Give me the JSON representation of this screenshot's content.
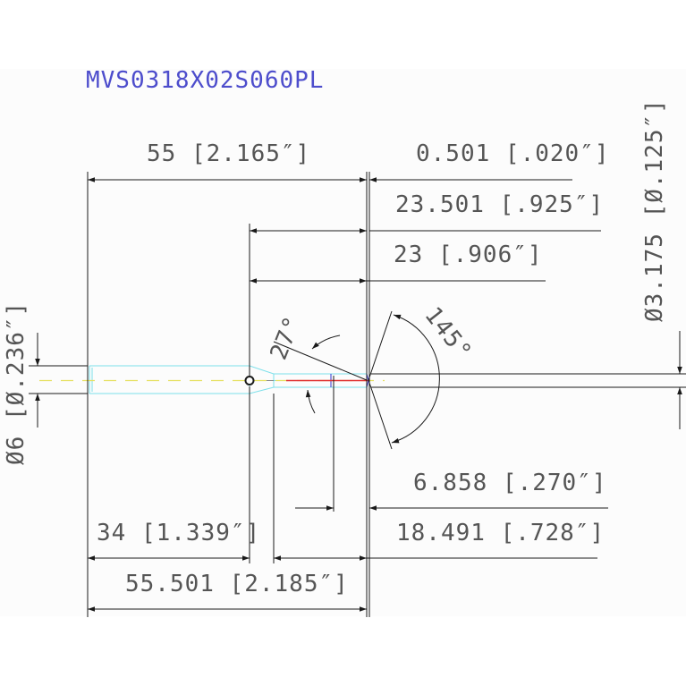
{
  "title": "MVS0318X02S060PL",
  "dimensions": {
    "overall_length": "55 [2.165″]",
    "tip_offset": "0.501 [.020″]",
    "length_23501": "23.501 [.925″]",
    "length_23": "23 [.906″]",
    "shank_diameter": "Ø6 [Ø.236″]",
    "tip_diameter": "Ø3.175 [Ø.125″]",
    "taper_angle": "27°",
    "point_angle": "145°",
    "length_6858": "6.858 [.270″]",
    "length_18491": "18.491 [.728″]",
    "shank_length": "34 [1.339″]",
    "total_length": "55.501 [2.185″]"
  },
  "colors": {
    "title": "#4d4dcc",
    "outline": "#7de0ea",
    "centerline": "#e6e060",
    "cutting_edge": "#e03030"
  }
}
